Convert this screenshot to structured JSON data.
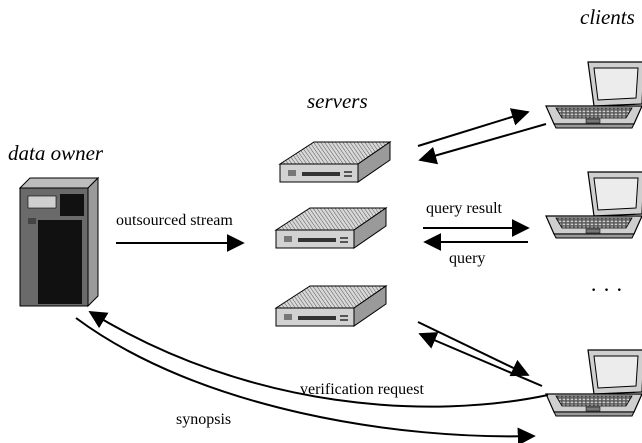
{
  "labels": {
    "data_owner": "data owner",
    "servers": "servers",
    "clients": "clients",
    "outsourced_stream": "outsourced stream",
    "query_result": "query result",
    "query": "query",
    "verification_request": "verification request",
    "synopsis": "synopsis",
    "ellipsis": "· · ·"
  },
  "colors": {
    "ink": "#000000",
    "tower_face": "#6a6a6a",
    "tower_side": "#9a9a9a",
    "tower_dark": "#111111",
    "server_top": "#bdbdbd",
    "server_front": "#d2d2d2",
    "laptop_body": "#cfcfcf",
    "laptop_screen": "#ececec"
  },
  "icons": [
    "tower-server-icon",
    "rack-server-icon",
    "laptop-icon"
  ]
}
